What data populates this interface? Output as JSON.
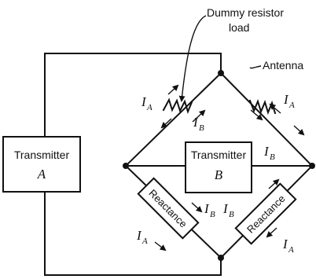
{
  "labels": {
    "dummy_load_line1": "Dummy resistor",
    "dummy_load_line2": "load",
    "antenna": "Antenna",
    "transmitter_a_title": "Transmitter",
    "transmitter_a_letter": "A",
    "transmitter_b_title": "Transmitter",
    "transmitter_b_letter": "B",
    "reactance_left": "Reactance",
    "reactance_right": "Reactance"
  },
  "currents": {
    "ia_symbol": "I",
    "ia_sub": "A",
    "ib_symbol": "I",
    "ib_sub": "B"
  }
}
